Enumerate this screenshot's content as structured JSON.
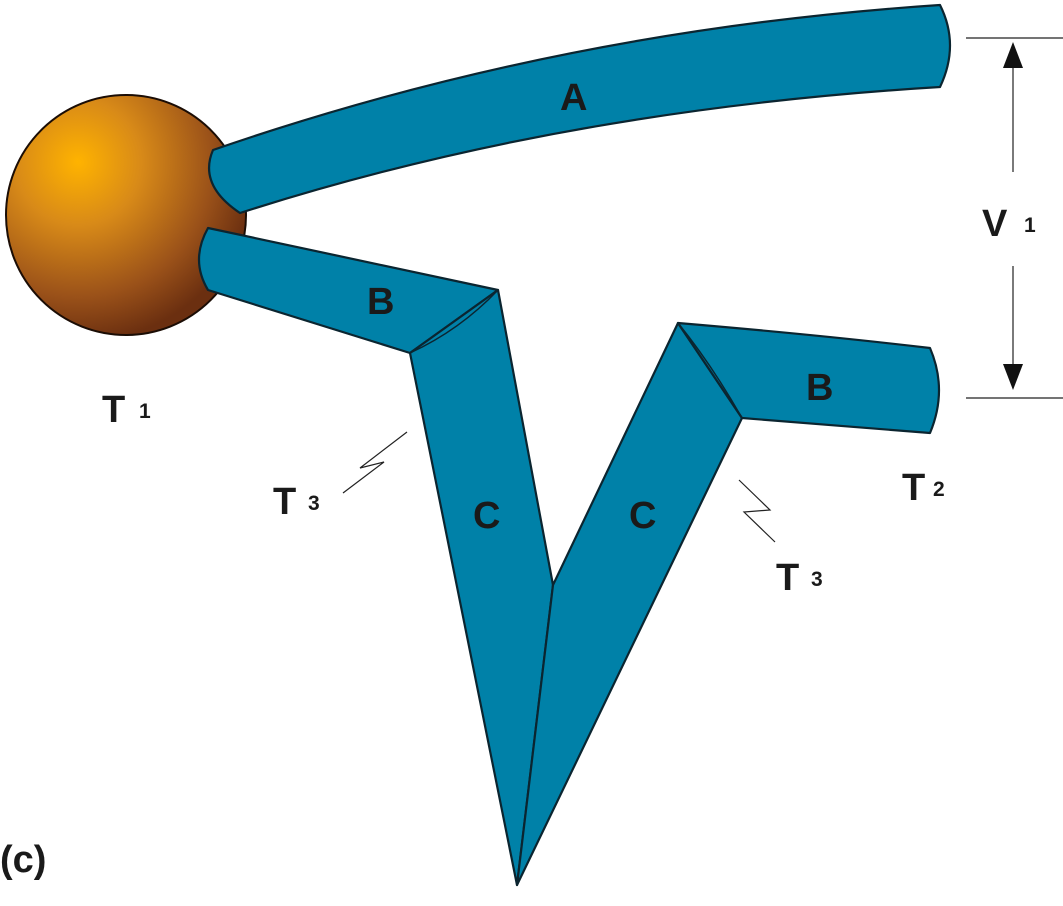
{
  "figure_label": "(c)",
  "labels": {
    "wire_a": "A",
    "wire_b_left": "B",
    "wire_b_right": "B",
    "wire_c_left": "C",
    "wire_c_right": "C",
    "t1_main": "T",
    "t1_sub": "1",
    "t2_main": "T",
    "t2_sub": "2",
    "t3_left_main": "T",
    "t3_left_sub": "3",
    "t3_right_main": "T",
    "t3_right_sub": "3",
    "v1_main": "V",
    "v1_sub": "1"
  },
  "colors": {
    "wire": "#0081a8",
    "outline": "#0b2530",
    "junction_light": "#ffb000",
    "junction_dark": "#7a3a12"
  }
}
